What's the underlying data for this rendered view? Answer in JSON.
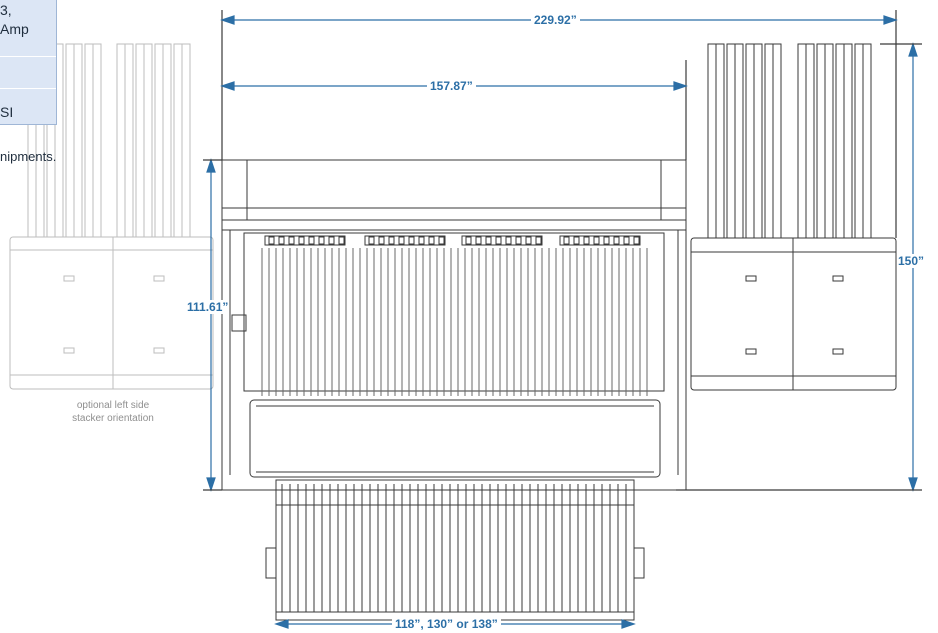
{
  "spec_box": {
    "lines": [
      "3,",
      "Amp",
      "SI"
    ]
  },
  "overflow_note": "nipments.",
  "dimensions": {
    "overall_width": "229.92”",
    "machine_width": "157.87”",
    "overall_height": "150”",
    "machine_height": "111.61”",
    "conveyor_width": "118”, 130” or 138”"
  },
  "caption": {
    "line1": "optional left side",
    "line2": "stacker orientation"
  },
  "colors": {
    "dimension": "#2c6fa6",
    "drawing_line": "#3a3a3a",
    "ghost_line": "#b9b9b9",
    "spec_box_fill": "#dce6f5"
  }
}
